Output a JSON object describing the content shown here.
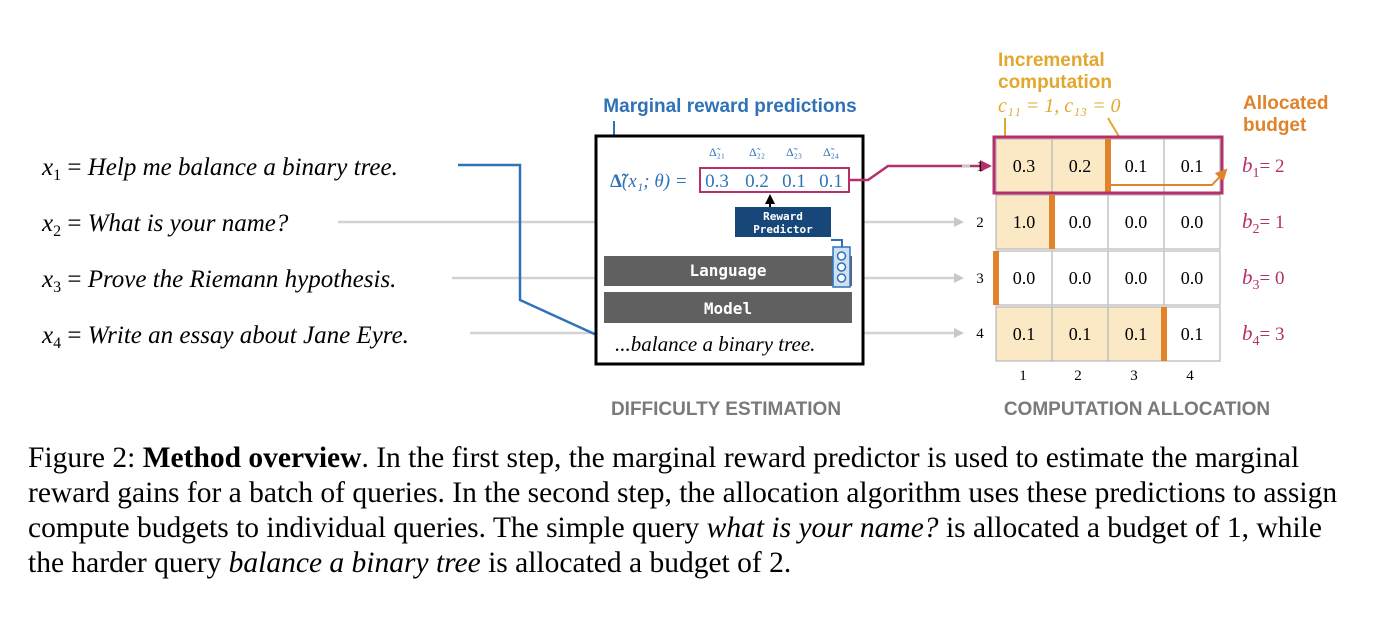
{
  "colors": {
    "blue": "#2f72b8",
    "magenta": "#b5306b",
    "orange": "#e0832a",
    "gold": "#e2a72e",
    "cell_fill": "#fbe8c4",
    "gray_dark": "#606060",
    "gray_light": "#d3d3d3",
    "label_gray": "#7a7a7a"
  },
  "queries": [
    {
      "var": "x",
      "sub": "1",
      "text": "Help me balance a binary tree."
    },
    {
      "var": "x",
      "sub": "2",
      "text": "What is your name?"
    },
    {
      "var": "x",
      "sub": "3",
      "text": "Prove the Riemann hypothesis."
    },
    {
      "var": "x",
      "sub": "4",
      "text": "Write an essay about Jane Eyre."
    }
  ],
  "estimation": {
    "heading": "Marginal reward predictions",
    "delta_expr": "(x₁; θ) =",
    "delta_symbol": "Δ̃",
    "delta_labels": [
      "Δ̃₂₁",
      "Δ̃₂₂",
      "Δ̃₂₃",
      "Δ̃₂₄"
    ],
    "delta_values": [
      "0.3",
      "0.2",
      "0.1",
      "0.1"
    ],
    "reward_predictor_line1": "Reward",
    "reward_predictor_line2": "Predictor",
    "language_label": "Language",
    "model_label": "Model",
    "input_text": "...balance a binary tree.",
    "section_label": "DIFFICULTY ESTIMATION"
  },
  "allocation": {
    "incremental_line1": "Incremental",
    "incremental_line2": "computation",
    "incremental_formula": "c₁₁ = 1,  c₁₃ = 0",
    "allocated_line1": "Allocated",
    "allocated_line2": "budget",
    "row_labels": [
      "1",
      "2",
      "3",
      "4"
    ],
    "col_labels": [
      "1",
      "2",
      "3",
      "4"
    ],
    "grid": [
      [
        "0.3",
        "0.2",
        "0.1",
        "0.1"
      ],
      [
        "1.0",
        "0.0",
        "0.0",
        "0.0"
      ],
      [
        "0.0",
        "0.0",
        "0.0",
        "0.0"
      ],
      [
        "0.1",
        "0.1",
        "0.1",
        "0.1"
      ]
    ],
    "allocated_counts": [
      2,
      1,
      0,
      3
    ],
    "budgets": [
      {
        "var": "b",
        "sub": "1",
        "val": "= 2"
      },
      {
        "var": "b",
        "sub": "2",
        "val": "= 1"
      },
      {
        "var": "b",
        "sub": "3",
        "val": "= 0"
      },
      {
        "var": "b",
        "sub": "4",
        "val": "= 3"
      }
    ],
    "section_label": "COMPUTATION ALLOCATION"
  },
  "caption": {
    "label": "Figure 2:",
    "title": "Method overview",
    "part1": ". In the first step, the marginal reward predictor is used to estimate the marginal reward gains for a batch of queries. In the second step, the allocation algorithm uses these predictions to assign compute budgets to individual queries. The simple query ",
    "query1": "what is your name?",
    "part2": " is allocated a budget of 1, while the harder query ",
    "query2": "balance a binary tree",
    "part3": " is allocated a budget of 2."
  }
}
